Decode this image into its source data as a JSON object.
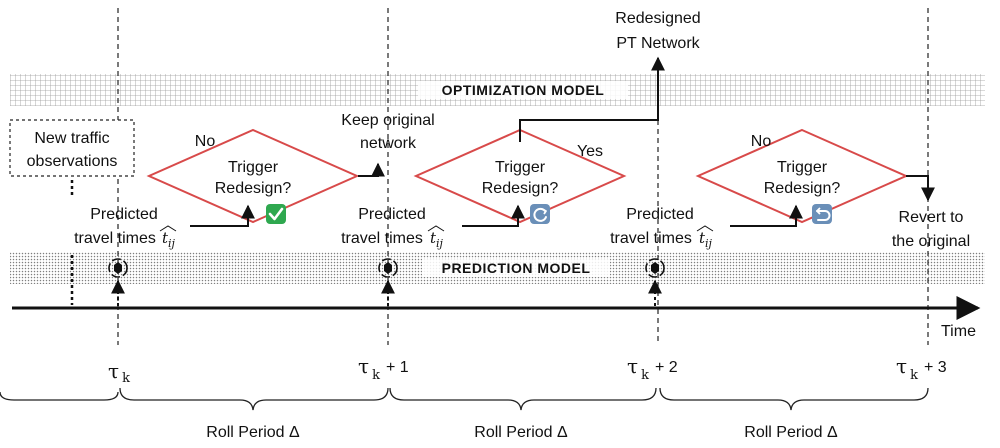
{
  "bands": {
    "optimization": {
      "label": "OPTIMIZATION MODEL"
    },
    "prediction": {
      "label": "PREDICTION MODEL"
    }
  },
  "observations": {
    "line1": "New traffic",
    "line2": "observations"
  },
  "decisions": [
    {
      "line1": "Trigger",
      "line2": "Redesign?",
      "branch": "No",
      "status_icon": "check-mark-icon",
      "status_color": "#2fa84f"
    },
    {
      "line1": "Trigger",
      "line2": "Redesign?",
      "branch": "Yes",
      "status_icon": "refresh-icon",
      "status_color": "#6a8fb8"
    },
    {
      "line1": "Trigger",
      "line2": "Redesign?",
      "branch": "No",
      "status_icon": "undo-icon",
      "status_color": "#6a8fb8"
    }
  ],
  "predictions": [
    {
      "line1": "Predicted",
      "line2": "travel times",
      "symbol_base": "t",
      "symbol_sub": "ij"
    },
    {
      "line1": "Predicted",
      "line2": "travel times",
      "symbol_base": "t",
      "symbol_sub": "ij"
    },
    {
      "line1": "Predicted",
      "line2": "travel times",
      "symbol_base": "t",
      "symbol_sub": "ij"
    }
  ],
  "outcomes": {
    "keep": {
      "line1": "Keep original",
      "line2": "network"
    },
    "redesigned": {
      "line1": "Redesigned",
      "line2": "PT Network"
    },
    "revert": {
      "line1": "Revert to",
      "line2": "the original"
    }
  },
  "timeline": {
    "axis_label": "Time",
    "ticks": [
      {
        "symbol": "τ",
        "sub": "k",
        "suffix": ""
      },
      {
        "symbol": "τ",
        "sub": "k",
        "suffix": "+ 1"
      },
      {
        "symbol": "τ",
        "sub": "k",
        "suffix": "+ 2"
      },
      {
        "symbol": "τ",
        "sub": "k",
        "suffix": "+ 3"
      }
    ],
    "periods": [
      {
        "label": "Roll Period Δ"
      },
      {
        "label": "Roll Period Δ"
      },
      {
        "label": "Roll Period Δ"
      }
    ]
  },
  "colors": {
    "diamond_stroke": "#d84a4a",
    "ink": "#111111",
    "band_dots": "#8a8a8a"
  }
}
